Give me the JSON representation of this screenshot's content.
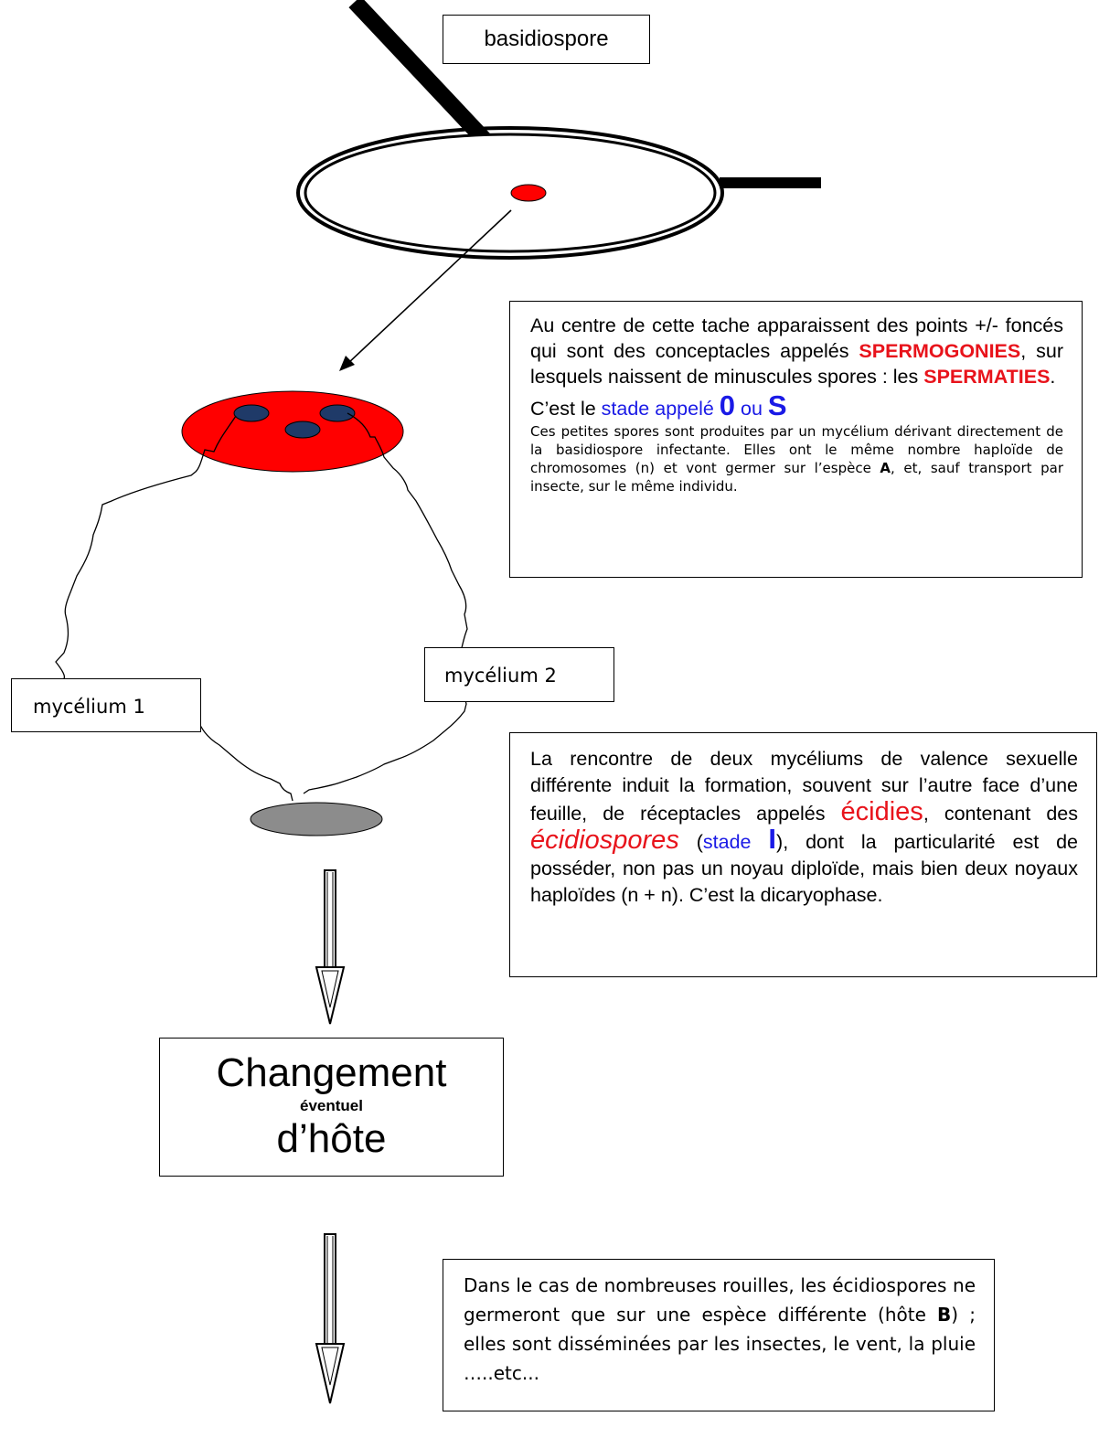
{
  "labels": {
    "basidiospore": "basidiospore",
    "mycelium1": "mycélium 1",
    "mycelium2": "mycélium 2"
  },
  "box_spermogonies": {
    "line1": "Au centre de cette tache apparaissent des points +/- foncés qui sont des conceptacles appelés ",
    "term1": "SPERMOGONIES",
    "line2": ", sur lesquels naissent de minuscules spores : les ",
    "term2": "SPERMATIES",
    "line3": ".",
    "stage_prefix": "C’est le ",
    "stage_text": "stade appelé ",
    "stage_0": "0",
    "stage_or": " ou ",
    "stage_s": "S",
    "detail_a": "Ces petites spores sont produites par un mycélium dérivant directement de la basidiospore infectante. Elles ont le même nombre haploïde de chromosomes (n) et vont germer sur l’espèce ",
    "detail_b": "A",
    "detail_c": ", et, sauf transport par insecte, sur le même individu."
  },
  "box_ecidies": {
    "p1": "La rencontre de deux mycéliums de valence sexuelle différente induit la formation, souvent sur l’autre face d’une feuille, de réceptacles appelés ",
    "term1": "écidies",
    "p2": ", contenant des ",
    "term2": "écidiospores",
    "p3": " (",
    "stage_text": "stade ",
    "stage_I": "I",
    "p4": "), dont la particularité est de posséder, non pas un noyau diploïde, mais bien deux noyaux haploïdes (n + n). C’est la dicaryophase."
  },
  "box_changement": {
    "line1": "Changement",
    "line2": "éventuel",
    "line3": "d’hôte"
  },
  "box_rouilles": {
    "p1": "Dans le cas de nombreuses rouilles, les écidiospores ne germeront que sur une espèce différente (hôte ",
    "b": "B",
    "p2": ") ;  elles sont disséminées par les insectes, le vent, la pluie …..etc..."
  },
  "colors": {
    "red_spot": "#ff0000",
    "nucleus": "#1f3a68",
    "grey_disc": "#8c8c8c",
    "term_red": "#e8131b",
    "term_blue": "#1a1ae6"
  }
}
